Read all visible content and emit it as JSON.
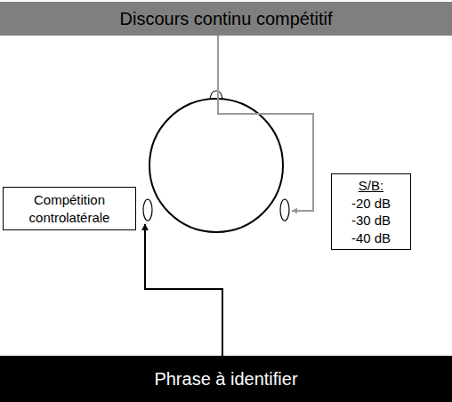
{
  "diagram": {
    "nodes": [
      {
        "text": [
          "Discours continu compétitif"
        ]
      },
      {
        "text": [
          "Compétition controlatérale"
        ]
      },
      {
        "text": [
          "S/B:",
          "-20 dB",
          "-30 dB",
          "-40 dB"
        ]
      },
      {
        "text": [
          "Phrase à identifier"
        ]
      }
    ]
  }
}
